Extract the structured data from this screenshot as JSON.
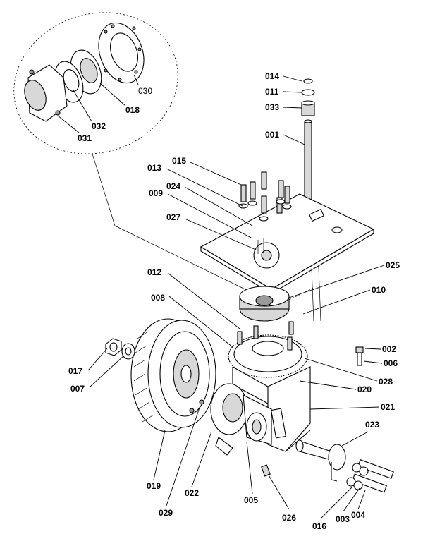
{
  "diagram": {
    "callouts": [
      {
        "id": "014",
        "text": "014"
      },
      {
        "id": "011",
        "text": "011"
      },
      {
        "id": "033",
        "text": "033"
      },
      {
        "id": "001",
        "text": "001"
      },
      {
        "id": "030",
        "text": "030"
      },
      {
        "id": "018",
        "text": "018"
      },
      {
        "id": "032",
        "text": "032"
      },
      {
        "id": "031",
        "text": "031"
      },
      {
        "id": "015",
        "text": "015"
      },
      {
        "id": "013",
        "text": "013"
      },
      {
        "id": "024",
        "text": "024"
      },
      {
        "id": "009",
        "text": "009"
      },
      {
        "id": "027",
        "text": "027"
      },
      {
        "id": "025",
        "text": "025"
      },
      {
        "id": "012",
        "text": "012"
      },
      {
        "id": "010",
        "text": "010"
      },
      {
        "id": "008",
        "text": "008"
      },
      {
        "id": "002",
        "text": "002"
      },
      {
        "id": "006",
        "text": "006"
      },
      {
        "id": "017",
        "text": "017"
      },
      {
        "id": "007",
        "text": "007"
      },
      {
        "id": "028",
        "text": "028"
      },
      {
        "id": "020",
        "text": "020"
      },
      {
        "id": "021",
        "text": "021"
      },
      {
        "id": "023",
        "text": "023"
      },
      {
        "id": "019",
        "text": "019"
      },
      {
        "id": "022",
        "text": "022"
      },
      {
        "id": "029",
        "text": "029"
      },
      {
        "id": "005",
        "text": "005"
      },
      {
        "id": "026",
        "text": "026"
      },
      {
        "id": "016",
        "text": "016"
      },
      {
        "id": "003",
        "text": "003"
      },
      {
        "id": "004",
        "text": "004"
      }
    ]
  }
}
